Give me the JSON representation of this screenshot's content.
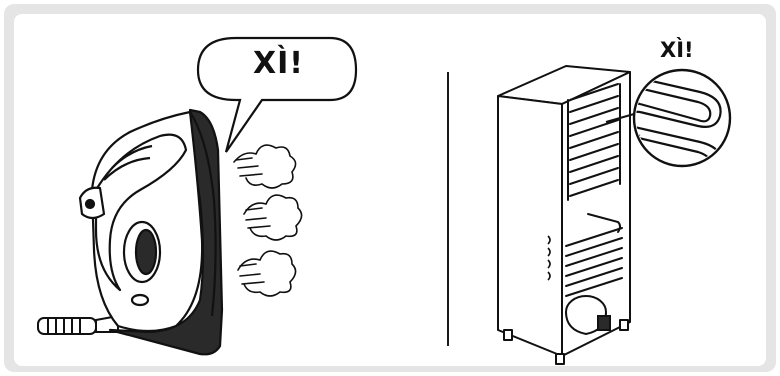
{
  "left_panel": {
    "subject": "steam-iron",
    "sound_text": "XÌ!"
  },
  "right_panel": {
    "subject": "refrigerator-back-coil",
    "sound_text": "XÌ!"
  },
  "colors": {
    "background": "#ffffff",
    "frame": "#e5e5e5",
    "ink": "#111111"
  }
}
